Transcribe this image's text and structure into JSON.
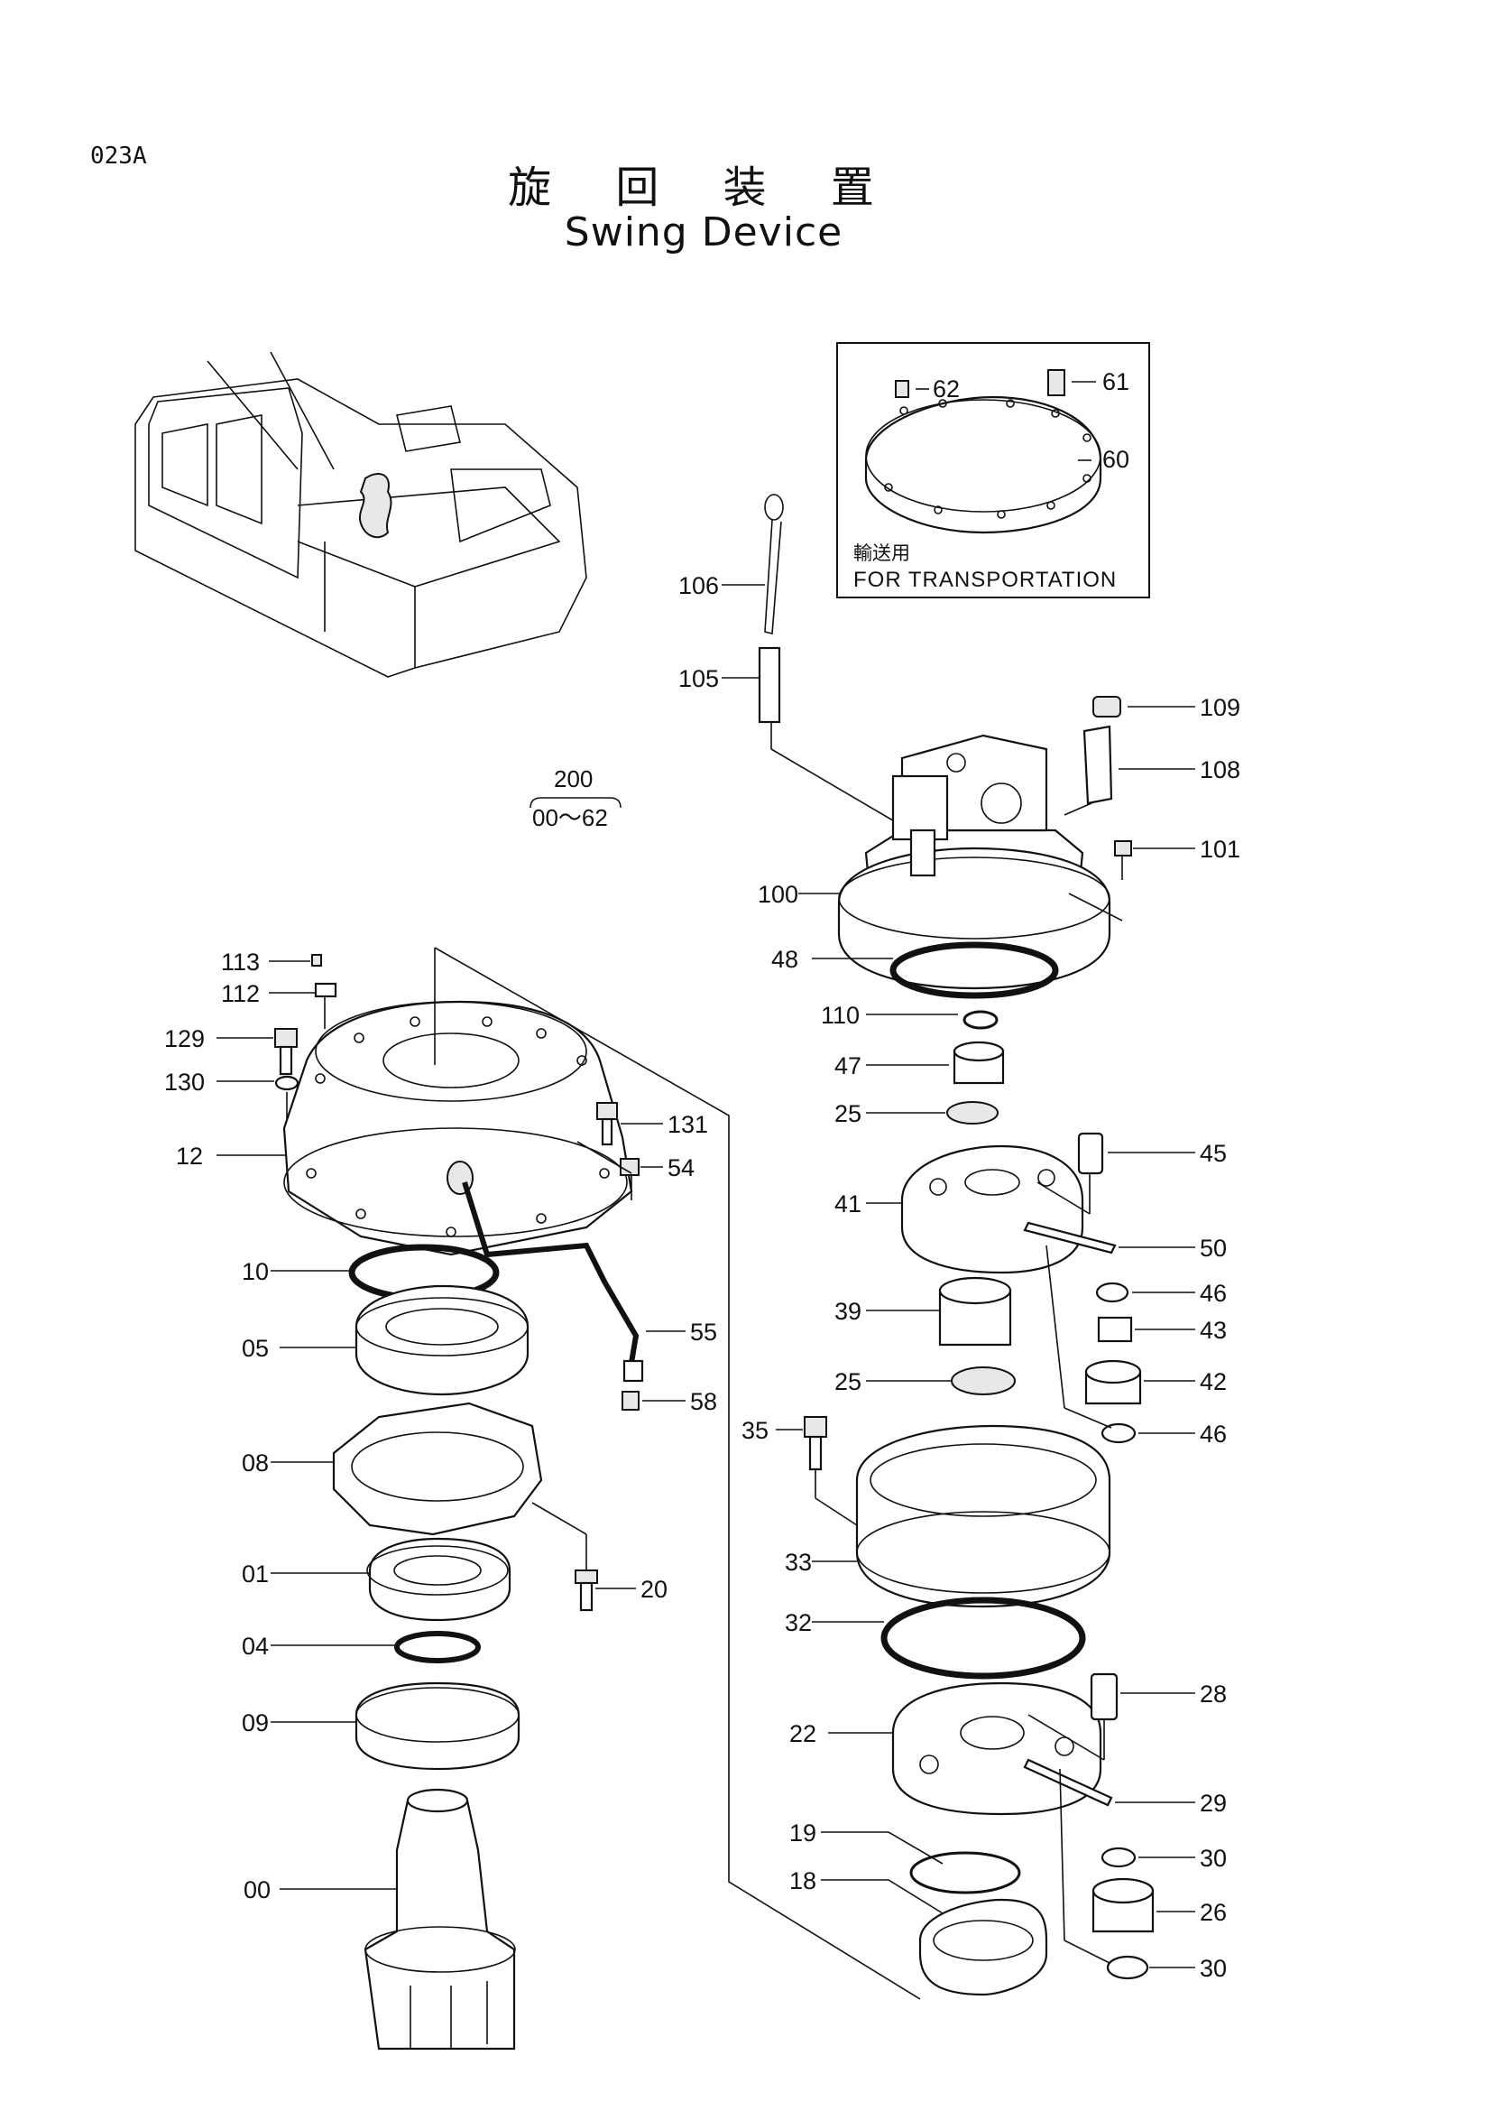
{
  "page_code": "023A",
  "title_jp": "旋 回 装 置",
  "title_en": "Swing Device",
  "transport_box": {
    "label_jp": "輸送用",
    "label_en": "FOR TRANSPORTATION"
  },
  "ref_group": {
    "number": "200",
    "range": "00～62"
  },
  "callouts": {
    "p62": "62",
    "p61": "61",
    "p60": "60",
    "p106": "106",
    "p105": "105",
    "p109": "109",
    "p108": "108",
    "p101": "101",
    "p100": "100",
    "p48": "48",
    "p110": "110",
    "p47": "47",
    "p25a": "25",
    "p45": "45",
    "p41": "41",
    "p50": "50",
    "p46a": "46",
    "p43": "43",
    "p39": "39",
    "p42": "42",
    "p25b": "25",
    "p46b": "46",
    "p35": "35",
    "p33": "33",
    "p32": "32",
    "p28": "28",
    "p22": "22",
    "p29": "29",
    "p19": "19",
    "p30a": "30",
    "p18": "18",
    "p26": "26",
    "p30b": "30",
    "p113": "113",
    "p112": "112",
    "p129": "129",
    "p130": "130",
    "p131": "131",
    "p54": "54",
    "p12": "12",
    "p10": "10",
    "p05": "05",
    "p55": "55",
    "p58": "58",
    "p08": "08",
    "p01": "01",
    "p20": "20",
    "p04": "04",
    "p09": "09",
    "p00": "00"
  }
}
